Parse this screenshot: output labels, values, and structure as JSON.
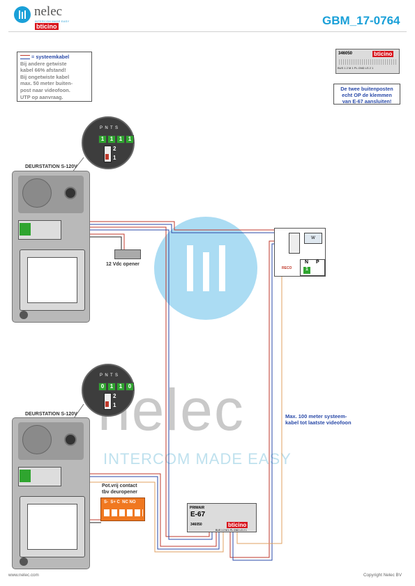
{
  "header": {
    "logo_text": "nelec",
    "logo_tagline": "INTERCOM MADE EASY",
    "brand_badge": "bticino",
    "doc_number": "GBM_17-0764"
  },
  "info_box": {
    "legend": "= systeemkabel",
    "lines": [
      "Bij andere getwiste",
      "kabel 66% afstand!",
      "Bij ongetwiste kabel",
      "max. 50 meter buiten-",
      "post naar videofoon.",
      "UTP op aanvraag."
    ]
  },
  "module_top": {
    "part_number": "346050",
    "brand": "bticino",
    "terminal_labels": "BUS 1 2 M 1  PL  GND LS  2  1",
    "note_lines": [
      "De twee buitenposten",
      "echt OP de klemmen",
      "van E-67 aansluiten!"
    ]
  },
  "door_station_1": {
    "title": "DEURSTATION S-120V",
    "dip_labels": [
      "P",
      "N",
      "T",
      "S"
    ],
    "dip_values": [
      "1",
      "1",
      "1",
      "1"
    ],
    "switch_labels": [
      "2",
      "1"
    ],
    "opener_label": "12 Vdc opener"
  },
  "door_station_2": {
    "title": "DEURSTATION S-120V",
    "dip_labels": [
      "P",
      "N",
      "T",
      "S"
    ],
    "dip_values": [
      "0",
      "1",
      "1",
      "0"
    ],
    "switch_labels": [
      "2",
      "1"
    ]
  },
  "videophone": {
    "screen_label": "W",
    "dip_labels": [
      "N",
      "P"
    ],
    "dip_values": [
      "1",
      ""
    ],
    "switch_label": "RECO"
  },
  "max_note": [
    "Max. 100 meter systeem-",
    "kabel tot laatste videofoon"
  ],
  "relay": {
    "title_lines": [
      "Pot.vrij contact",
      "tbv deuropener"
    ],
    "terminals": "S-  S+ C  NC NO"
  },
  "power_supply": {
    "label_top": "PRIMAIR",
    "model": "E-67",
    "part_number": "346050",
    "brand": "bticino",
    "terminal_labels": "BUS 1 2 M 1 PL GND LS 2 1"
  },
  "watermark": {
    "text": "nelec",
    "tagline": "INTERCOM MADE EASY"
  },
  "footer": {
    "left": "www.nelec.com",
    "right": "Copyright Nelec BV"
  },
  "colors": {
    "brand_blue": "#1aa0d8",
    "bticino_red": "#d8141c",
    "cable_red": "#c0392b",
    "cable_blue": "#2a4aa8",
    "cable_orange": "#e0a060",
    "relay_orange": "#f07820"
  }
}
